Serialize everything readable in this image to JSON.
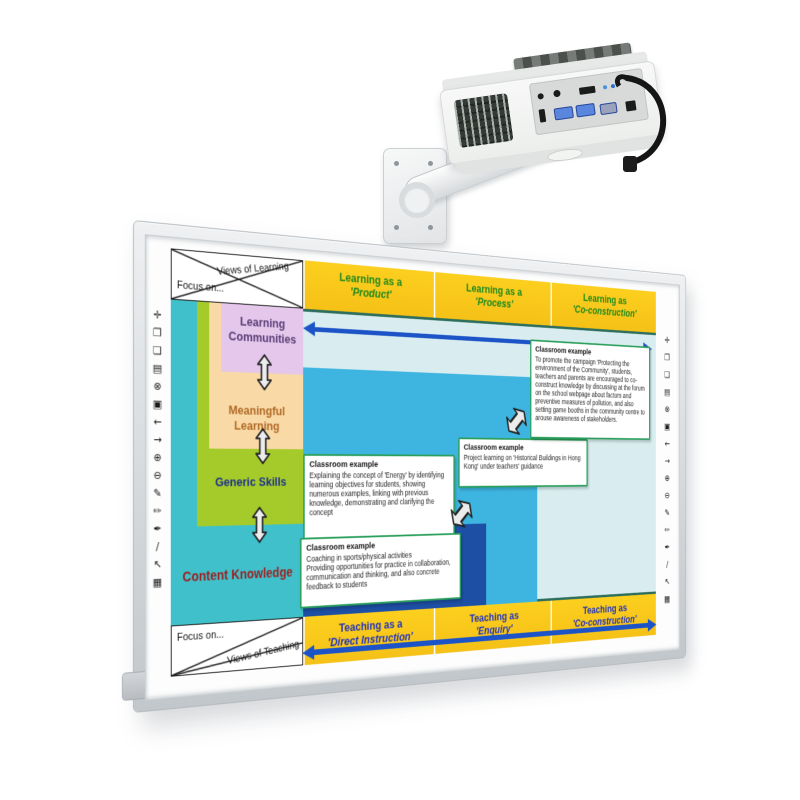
{
  "matrix": {
    "corner_top": {
      "diag_label": "Views of Learning",
      "focus_label": "Focus on..."
    },
    "corner_bottom": {
      "focus_label": "Focus on...",
      "diag_label": "Views of Teaching"
    },
    "learning_headers": [
      {
        "line1": "Learning as a",
        "line2": "'Product'"
      },
      {
        "line1": "Learning as a",
        "line2": "'Process'"
      },
      {
        "line1": "Learning as",
        "line2": "'Co-construction'"
      }
    ],
    "teaching_headers": [
      {
        "line1": "Teaching as a",
        "line2": "'Direct Instruction'"
      },
      {
        "line1": "Teaching as",
        "line2": "'Enquiry'"
      },
      {
        "line1": "Teaching as",
        "line2": "'Co-construction'"
      }
    ],
    "row_labels": [
      {
        "label": "Learning Communities"
      },
      {
        "label": "Meaningful Learning"
      },
      {
        "label": "Generic Skills"
      },
      {
        "label": "Content Knowledge"
      }
    ],
    "examples": [
      {
        "title": "Classroom example",
        "body": "Explaining the concept of 'Energy' by identifying learning objectives for students, showing numerous examples, linking with previous knowledge, demonstrating and clarifying the concept"
      },
      {
        "title": "Classroom example",
        "body": "Coaching in sports/physical activities\nProviding opportunities for practice in collaboration, communication and thinking, and also concrete feedback to students"
      },
      {
        "title": "Classroom example",
        "body": "Project learning on 'Historical Buildings in Hong Kong' under teachers' guidance"
      },
      {
        "title": "Classroom example",
        "body": "To promote the campaign 'Protecting the environment of the Community', students, teachers and parents are encouraged to co-construct knowledge by discussing at the forum on the school webpage about factors and preventive measures of pollution, and also setting game booths in the community centre to arouse awareness of stakeholders."
      }
    ]
  },
  "board": {
    "toolbar_icons": [
      {
        "name": "move",
        "glyph": "✛"
      },
      {
        "name": "restore-window",
        "glyph": "❐"
      },
      {
        "name": "new-page",
        "glyph": "❏"
      },
      {
        "name": "save",
        "glyph": "▤"
      },
      {
        "name": "close",
        "glyph": "⊗"
      },
      {
        "name": "print",
        "glyph": "▣"
      },
      {
        "name": "previous",
        "glyph": "←"
      },
      {
        "name": "next",
        "glyph": "→"
      },
      {
        "name": "zoom-in",
        "glyph": "⊕"
      },
      {
        "name": "zoom-out",
        "glyph": "⊖"
      },
      {
        "name": "pen",
        "glyph": "✎"
      },
      {
        "name": "pencil",
        "glyph": "✏"
      },
      {
        "name": "highlighter",
        "glyph": "✒"
      },
      {
        "name": "line",
        "glyph": "∕"
      },
      {
        "name": "select",
        "glyph": "↖"
      },
      {
        "name": "keyboard",
        "glyph": "▦"
      }
    ]
  },
  "colors": {
    "header_yellow": "#f8c71b",
    "learning_text_green": "#1d8a1c",
    "teaching_text_blue": "#2335bb",
    "teal_layer": "#3fc0ca",
    "green_layer": "#a5cb2a",
    "peach_layer": "#f9d9a6",
    "lavender_layer": "#e4c7ea",
    "pale_blue": "#d9edf0",
    "medium_blue": "#3eb5e1",
    "dark_blue": "#1d4fa5",
    "arrow_blue": "#1c54c8",
    "example_border_green": "#2ba05c"
  }
}
